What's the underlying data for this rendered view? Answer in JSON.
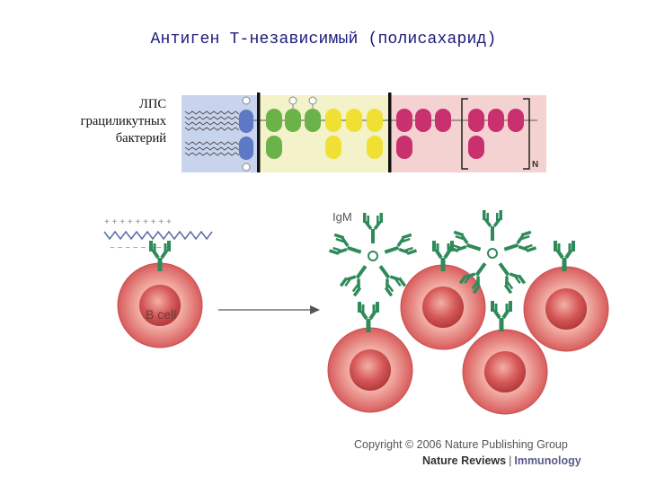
{
  "title": "Антиген Т-независимый (полисахарид)",
  "lps_label": [
    "ЛПС",
    "грациликутных",
    "бактерий"
  ],
  "repeat_label": "N",
  "cell_label": "B cell",
  "antibody_label": "IgM",
  "copyright": "Copyright © 2006 Nature Publishing Group",
  "journal": {
    "publisher": "Nature Reviews",
    "separator": "|",
    "name": "Immunology"
  },
  "antigen_charges": {
    "top": "+ + + + + + + + +",
    "bottom": "− − − − − − − −"
  },
  "colors": {
    "lipid_region": "#c8d4ee",
    "core_region": "#f4f2c8",
    "o_antigen_region": "#f5d2d2",
    "lipid_unit": "#5d78c4",
    "core_green": "#6cb24a",
    "core_yellow": "#f0e034",
    "o_antigen_unit": "#c8306e",
    "cell": "#d85c5c",
    "receptor": "#2f8a5a"
  }
}
